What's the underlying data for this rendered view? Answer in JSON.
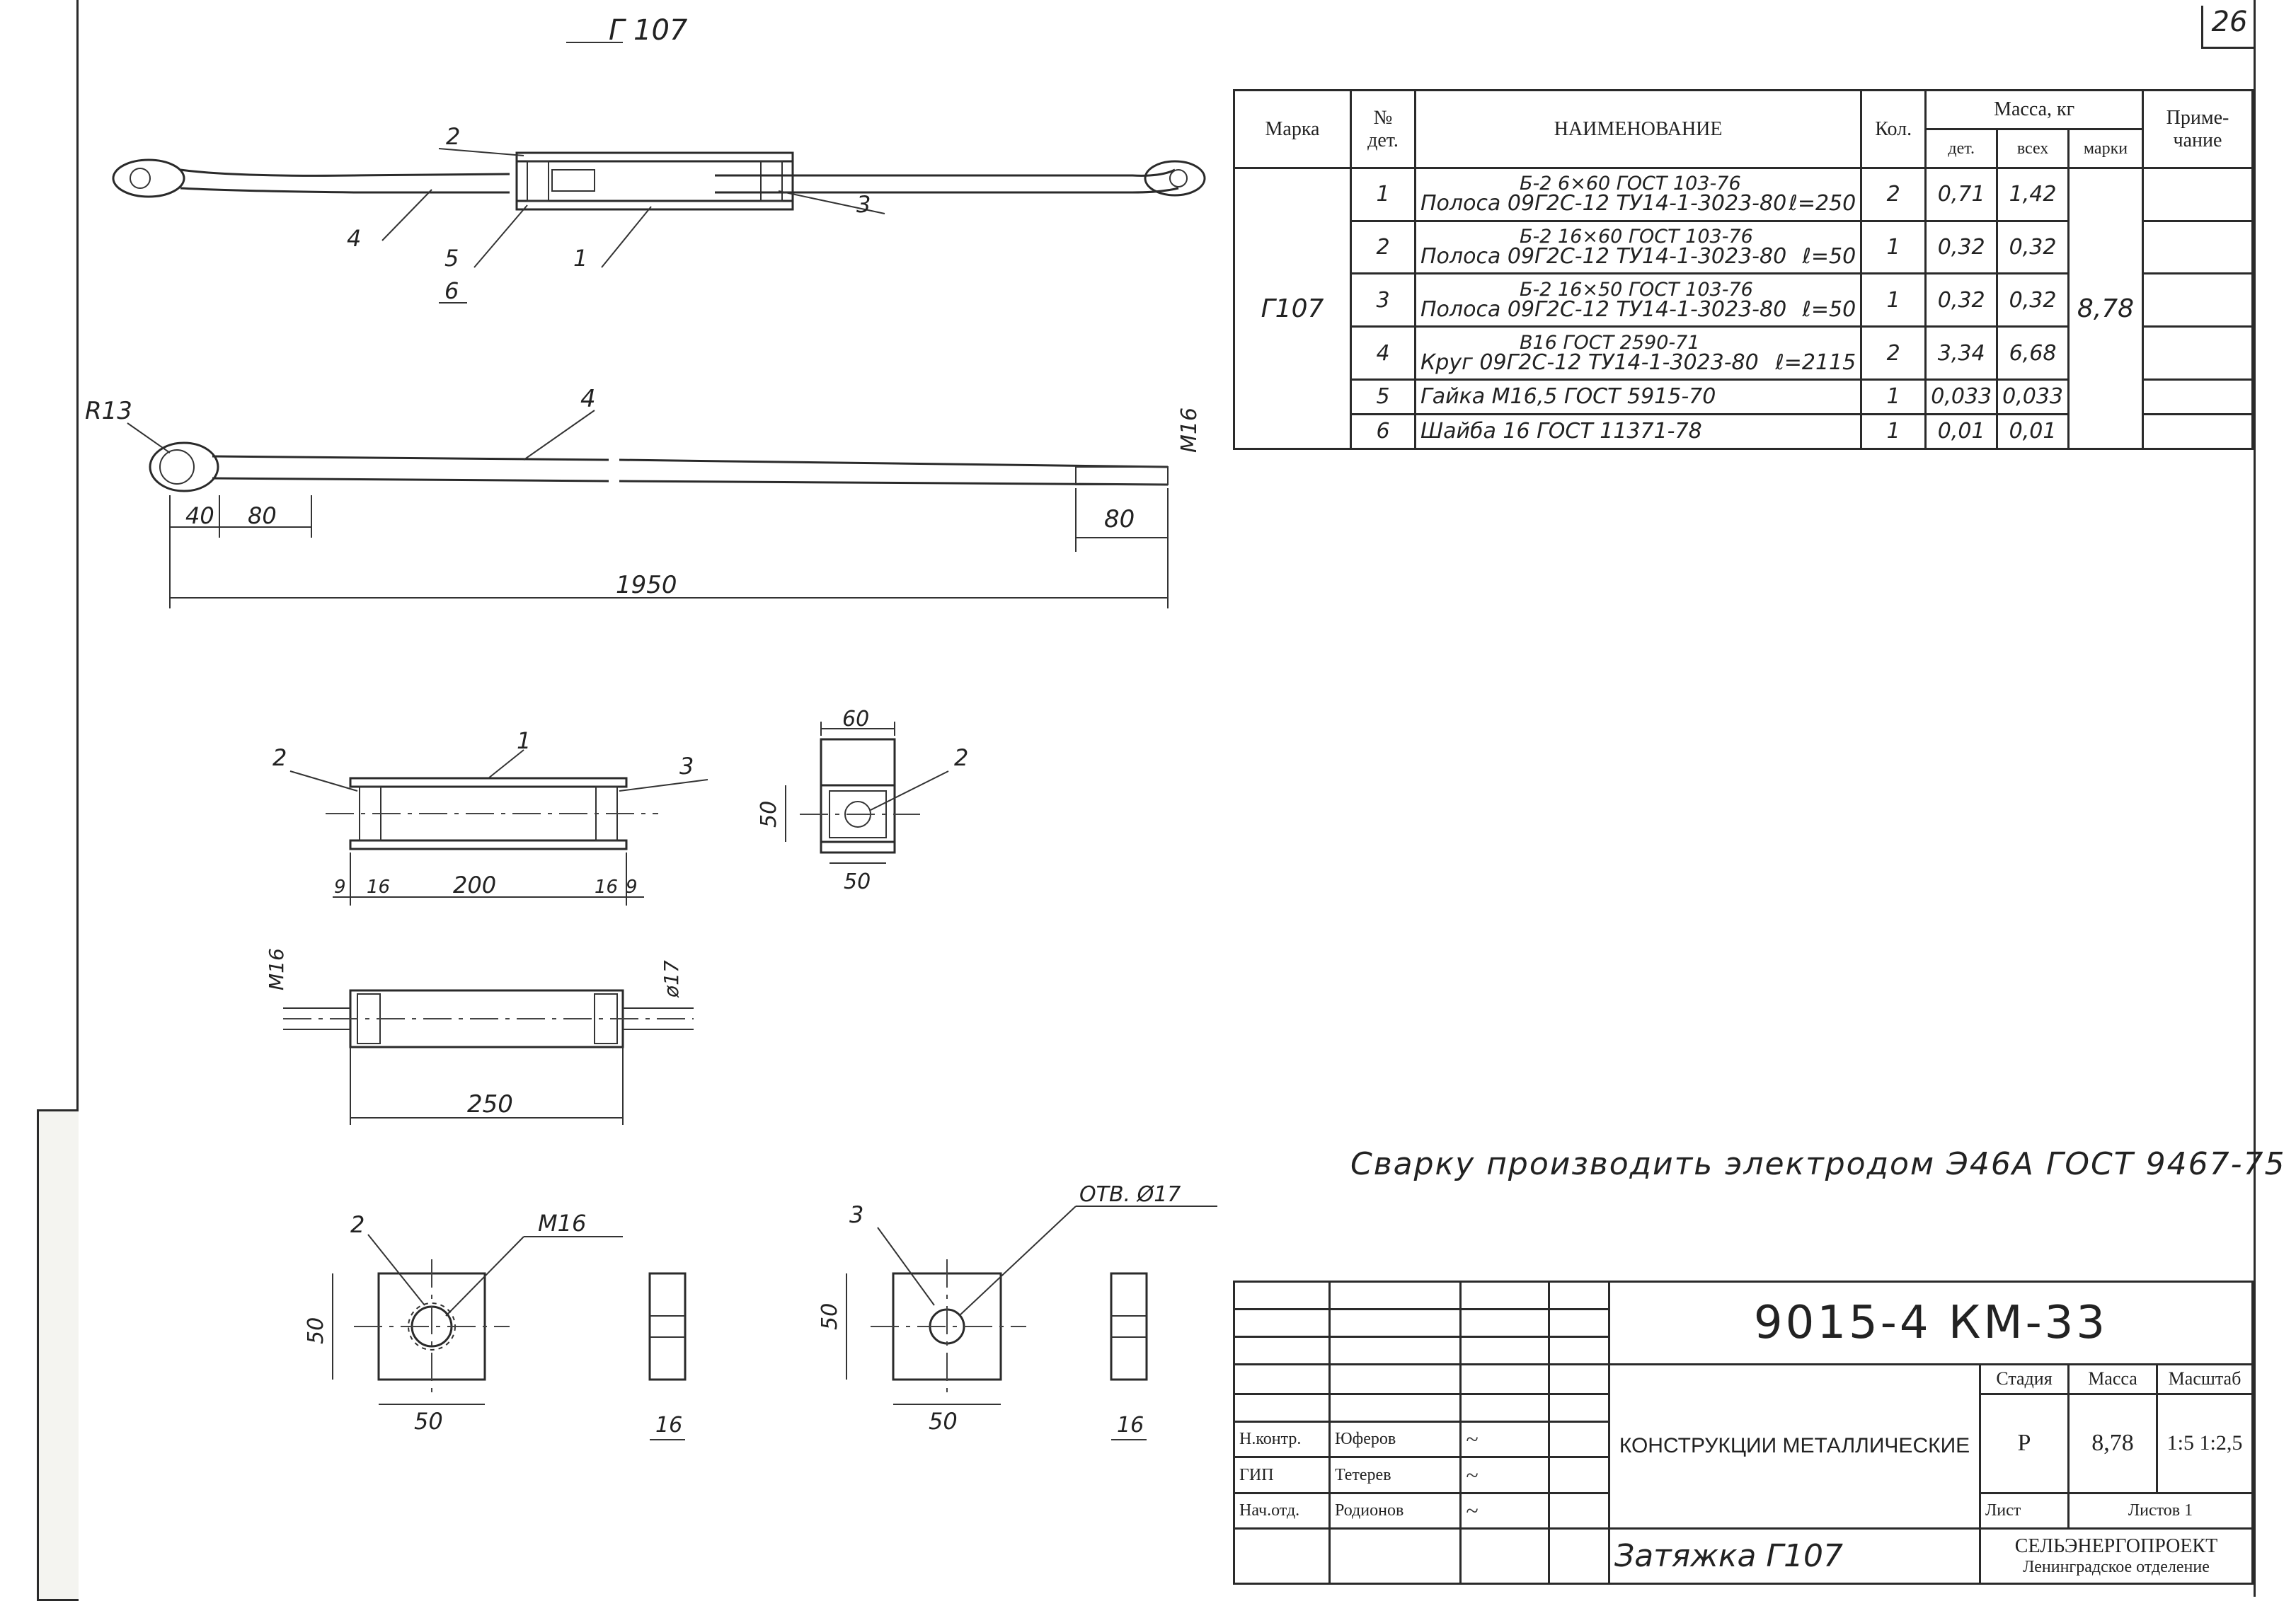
{
  "drawing": {
    "mark_label": "Г 107",
    "page_number": "26",
    "views": {
      "assembly": {
        "callouts": [
          "2",
          "4",
          "5",
          "6",
          "1",
          "3"
        ]
      },
      "rod": {
        "callout": "4",
        "radius": "R13",
        "thread": "M16",
        "dims": [
          "40",
          "80",
          "80",
          "1950"
        ]
      },
      "frame_side": {
        "callouts": [
          "2",
          "1",
          "3"
        ],
        "dims": [
          "9",
          "16",
          "200",
          "16",
          "9"
        ]
      },
      "frame_end": {
        "callout": "2",
        "dims": [
          "60",
          "50",
          "50"
        ]
      },
      "frame_top": {
        "dims": [
          "M16",
          "ø17",
          "250"
        ]
      },
      "plate2": {
        "callout": "2",
        "thread": "M16",
        "dims": [
          "50",
          "50",
          "16"
        ]
      },
      "plate3": {
        "callout": "3",
        "hole": "ОТВ. Ø17",
        "dims": [
          "50",
          "50",
          "16"
        ]
      }
    }
  },
  "spec_table": {
    "headers": {
      "mark": "Марка",
      "part_no": "№ дет.",
      "name": "НАИМЕНОВАНИЕ",
      "qty": "Кол.",
      "mass": "Масса, кг",
      "mass_part": "дет.",
      "mass_total": "всех",
      "mass_mark": "марки",
      "note": "Приме-чание"
    },
    "mark": "Г107",
    "mark_mass": "8,78",
    "rows": [
      {
        "no": "1",
        "line1": "Б-2 6×60 ГОСТ 103-76",
        "line2": "Полоса 09Г2С-12 ТУ14-1-3023-80",
        "length": "ℓ=250",
        "qty": "2",
        "mass_part": "0,71",
        "mass_total": "1,42"
      },
      {
        "no": "2",
        "line1": "Б-2 16×60 ГОСТ 103-76",
        "line2": "Полоса 09Г2С-12 ТУ14-1-3023-80",
        "length": "ℓ=50",
        "qty": "1",
        "mass_part": "0,32",
        "mass_total": "0,32"
      },
      {
        "no": "3",
        "line1": "Б-2 16×50 ГОСТ 103-76",
        "line2": "Полоса 09Г2С-12 ТУ14-1-3023-80",
        "length": "ℓ=50",
        "qty": "1",
        "mass_part": "0,32",
        "mass_total": "0,32"
      },
      {
        "no": "4",
        "line1": "В16 ГОСТ 2590-71",
        "line2": "Круг 09Г2С-12 ТУ14-1-3023-80",
        "length": "ℓ=2115",
        "qty": "2",
        "mass_part": "3,34",
        "mass_total": "6,68"
      },
      {
        "no": "5",
        "line1": "",
        "line2": "Гайка М16,5 ГОСТ 5915-70",
        "length": "",
        "qty": "1",
        "mass_part": "0,033",
        "mass_total": "0,033"
      },
      {
        "no": "6",
        "line1": "",
        "line2": "Шайба 16 ГОСТ 11371-78",
        "length": "",
        "qty": "1",
        "mass_part": "0,01",
        "mass_total": "0,01"
      }
    ]
  },
  "note": "Сварку производить электродом Э46А ГОСТ 9467-75",
  "title_block": {
    "doc_code": "9015-4 КМ-33",
    "object": "КОНСТРУКЦИИ МЕТАЛЛИЧЕСКИЕ",
    "drawing_title": "Затяжка Г107",
    "stage_label": "Стадия",
    "mass_label": "Масса",
    "scale_label": "Масштаб",
    "stage": "Р",
    "mass": "8,78",
    "scale": "1:5 1:2,5",
    "sheet_label": "Лист",
    "sheets_label": "Листов",
    "sheets": "1",
    "org_name": "СЕЛЬЭНЕРГОПРОЕКТ",
    "org_branch": "Ленинградское отделение",
    "signers": [
      {
        "role": "Н.контр.",
        "name": "Юферов"
      },
      {
        "role": "ГИП",
        "name": "Тетерев"
      },
      {
        "role": "Нач.отд.",
        "name": "Родионов"
      }
    ]
  }
}
